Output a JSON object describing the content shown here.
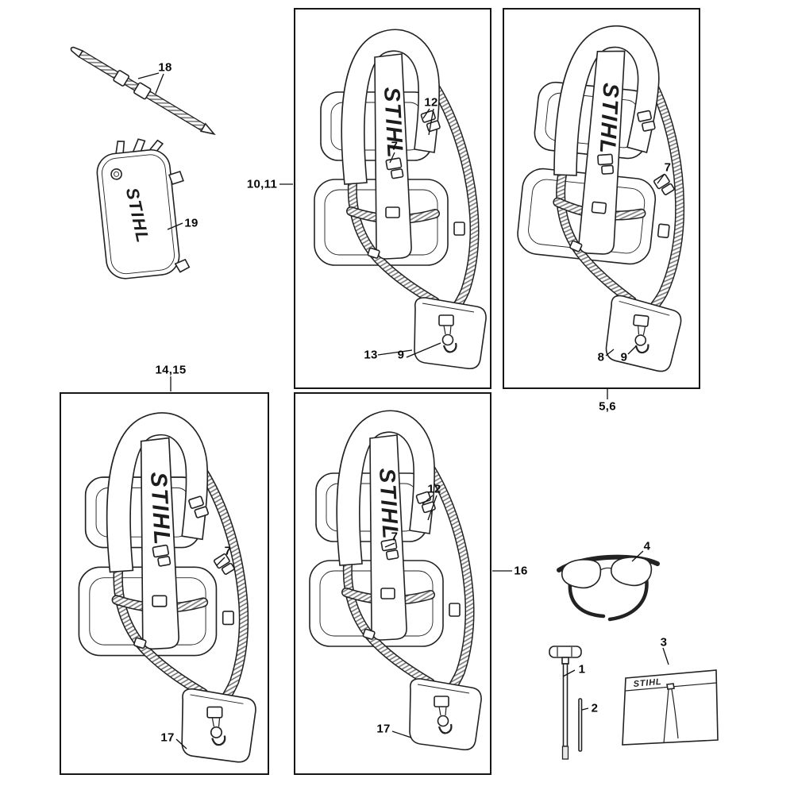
{
  "brand": "STIHL",
  "callouts": {
    "strap18": "18",
    "bag19": "19",
    "harnessA": "10,11",
    "clipA12": "12",
    "buckleA7": "7",
    "padA13": "13",
    "hookA9": "9",
    "buckleB7": "7",
    "padB8": "8",
    "hookB9": "9",
    "harnessB": "5,6",
    "harnessC": "14,15",
    "buckleC7": "7",
    "padC17": "17",
    "clipD12": "12",
    "buckleD7": "7",
    "padD17": "17",
    "harnessD": "16",
    "glasses4": "4",
    "tool1": "1",
    "pin2": "2",
    "bag3": "3"
  }
}
